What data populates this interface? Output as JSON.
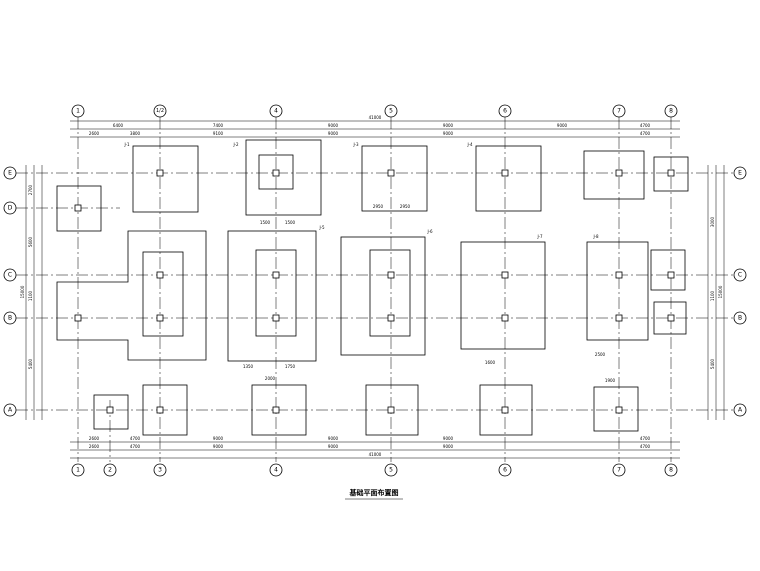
{
  "drawing": {
    "title": "基础平面布置图",
    "column_axes": [
      "1",
      "1/2",
      "4",
      "5",
      "6",
      "7",
      "8"
    ],
    "column_axes_bottom": [
      "1",
      "2",
      "3",
      "4",
      "5",
      "6",
      "7",
      "8"
    ],
    "row_axes": [
      "E",
      "D",
      "C",
      "B",
      "A"
    ],
    "top_total_dim": "41000",
    "bottom_total_dim": "41000",
    "top_dims": [
      "6400",
      "7400",
      "9000",
      "9000",
      "9000",
      "4700"
    ],
    "top_dims_2": [
      "2600",
      "3800",
      "9100",
      "9000",
      "9000",
      "4700"
    ],
    "bottom_dims": [
      "2600",
      "4700",
      "9000",
      "9000",
      "9000",
      "4700"
    ],
    "bottom_dims_2": [
      "2600",
      "4700",
      "9000",
      "9000",
      "9000",
      "4700"
    ],
    "left_dims": [
      "2700",
      "5600",
      "1100",
      "5400"
    ],
    "left_total_dim": "15000",
    "right_dims": [
      "3000",
      "1100",
      "5400"
    ],
    "right_total_dim": "15000",
    "footing_labels": [
      "J-1",
      "J-2",
      "J-3",
      "J-4",
      "J-5",
      "J-6",
      "J-7",
      "J-8"
    ],
    "footing_dims": [
      "2950",
      "2950",
      "1500",
      "1500",
      "1350",
      "1750",
      "1600",
      "2500",
      "2000",
      "1900"
    ]
  }
}
